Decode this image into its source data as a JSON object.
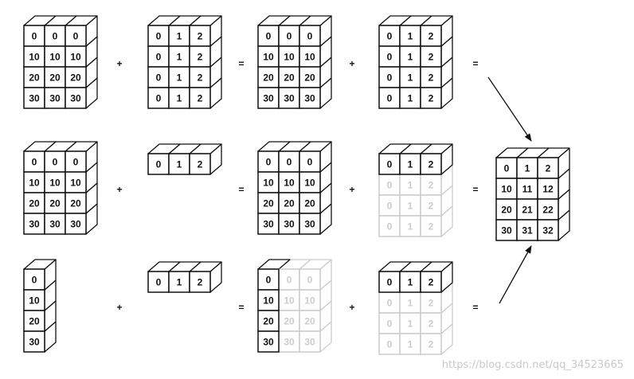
{
  "operators": {
    "plus": "+",
    "equals": "="
  },
  "rows": [
    {
      "a": {
        "values": [
          [
            "0",
            "0",
            "0"
          ],
          [
            "10",
            "10",
            "10"
          ],
          [
            "20",
            "20",
            "20"
          ],
          [
            "30",
            "30",
            "30"
          ]
        ]
      },
      "b": {
        "values": [
          [
            "0",
            "1",
            "2"
          ],
          [
            "0",
            "1",
            "2"
          ],
          [
            "0",
            "1",
            "2"
          ],
          [
            "0",
            "1",
            "2"
          ]
        ]
      },
      "c": {
        "values": [
          [
            "0",
            "0",
            "0"
          ],
          [
            "10",
            "10",
            "10"
          ],
          [
            "20",
            "20",
            "20"
          ],
          [
            "30",
            "30",
            "30"
          ]
        ]
      },
      "d": {
        "values": [
          [
            "0",
            "1",
            "2"
          ],
          [
            "0",
            "1",
            "2"
          ],
          [
            "0",
            "1",
            "2"
          ],
          [
            "0",
            "1",
            "2"
          ]
        ]
      }
    },
    {
      "a": {
        "values": [
          [
            "0",
            "0",
            "0"
          ],
          [
            "10",
            "10",
            "10"
          ],
          [
            "20",
            "20",
            "20"
          ],
          [
            "30",
            "30",
            "30"
          ]
        ]
      },
      "b": {
        "values": [
          [
            "0",
            "1",
            "2"
          ]
        ]
      },
      "c": {
        "values": [
          [
            "0",
            "0",
            "0"
          ],
          [
            "10",
            "10",
            "10"
          ],
          [
            "20",
            "20",
            "20"
          ],
          [
            "30",
            "30",
            "30"
          ]
        ]
      },
      "d": {
        "values": [
          [
            "0",
            "1",
            "2"
          ],
          [
            "0",
            "1",
            "2"
          ],
          [
            "0",
            "1",
            "2"
          ],
          [
            "0",
            "1",
            "2"
          ]
        ],
        "faded_rows": [
          1,
          2,
          3
        ]
      }
    },
    {
      "a": {
        "values": [
          [
            "0"
          ],
          [
            "10"
          ],
          [
            "20"
          ],
          [
            "30"
          ]
        ]
      },
      "b": {
        "values": [
          [
            "0",
            "1",
            "2"
          ]
        ]
      },
      "c": {
        "values": [
          [
            "0",
            "0",
            "0"
          ],
          [
            "10",
            "10",
            "10"
          ],
          [
            "20",
            "20",
            "20"
          ],
          [
            "30",
            "30",
            "30"
          ]
        ],
        "faded_cols": [
          1,
          2
        ]
      },
      "d": {
        "values": [
          [
            "0",
            "1",
            "2"
          ],
          [
            "0",
            "1",
            "2"
          ],
          [
            "0",
            "1",
            "2"
          ],
          [
            "0",
            "1",
            "2"
          ]
        ],
        "faded_rows": [
          1,
          2,
          3
        ]
      }
    }
  ],
  "result": {
    "values": [
      [
        "0",
        "1",
        "2"
      ],
      [
        "10",
        "11",
        "12"
      ],
      [
        "20",
        "21",
        "22"
      ],
      [
        "30",
        "31",
        "32"
      ]
    ]
  },
  "watermark": "https://blog.csdn.net/qq_34523665",
  "colors": {
    "stroke": "#111111",
    "faded": "#cccccc",
    "background": "#ffffff"
  }
}
